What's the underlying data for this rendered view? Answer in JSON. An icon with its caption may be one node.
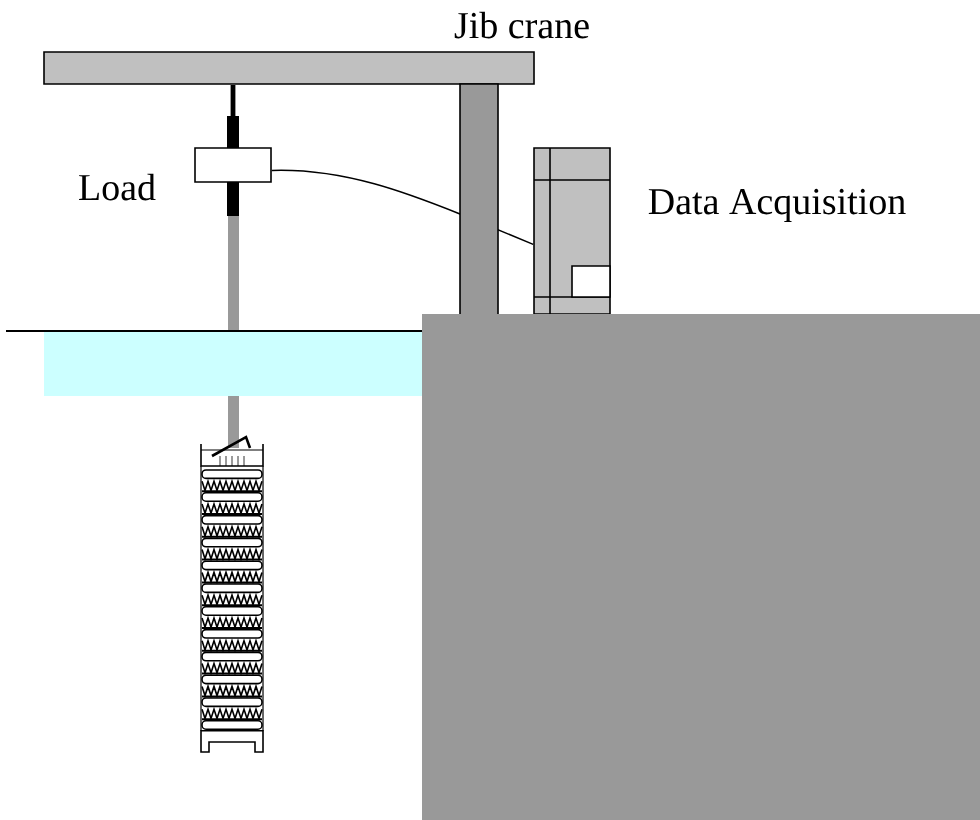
{
  "diagram": {
    "nodes": [
      {
        "text": [],
        "shape": "box",
        "beside": [
          "Load"
        ]
      },
      {
        "text": [],
        "shape": "box",
        "beside": [
          "Data Acquisition"
        ]
      }
    ],
    "edges": [
      {
        "from": 0,
        "to": 1,
        "arrow": "none"
      }
    ],
    "labels": [
      "Jib crane"
    ]
  }
}
